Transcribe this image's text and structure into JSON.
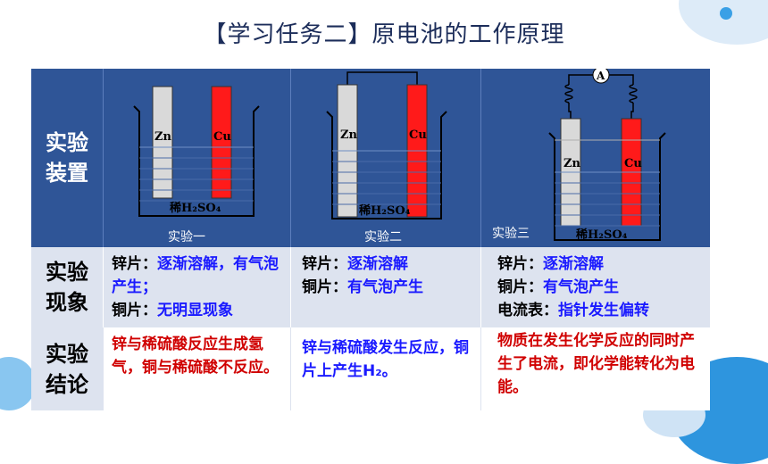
{
  "title": "【学习任务二】原电池的工作原理",
  "rows": {
    "apparatus_header": "实验装置",
    "phenomenon_header": "实验现象",
    "conclusion_header": "实验结论"
  },
  "experiments": [
    {
      "caption": "实验一",
      "electrode_left": "Zn",
      "electrode_right": "Cu",
      "solution": "稀H₂SO₄",
      "phenomenon": [
        {
          "label": "锌片：",
          "value": "逐渐溶解，有气泡产生；"
        },
        {
          "label": "铜片：",
          "value": "无明显现象"
        }
      ],
      "conclusion": "锌与稀硫酸反应生成氢气，铜与稀硫酸不反应。"
    },
    {
      "caption": "实验二",
      "electrode_left": "Zn",
      "electrode_right": "Cu",
      "solution": "稀H₂SO₄",
      "phenomenon": [
        {
          "label": "锌片：",
          "value": "逐渐溶解"
        },
        {
          "label": "铜片：",
          "value": "有气泡产生"
        }
      ],
      "conclusion": "锌与稀硫酸发生反应，铜片上产生H₂。"
    },
    {
      "caption": "实验三",
      "electrode_left": "Zn",
      "electrode_right": "Cu",
      "solution": "稀H₂SO₄",
      "ammeter": "A",
      "phenomenon": [
        {
          "label": "锌片：",
          "value": "逐渐溶解"
        },
        {
          "label": "铜片：",
          "value": "有气泡产生"
        },
        {
          "label": "电流表：",
          "value": "指针发生偏转"
        }
      ],
      "conclusion": "物质在发生化学反应的同时产生了电流，即化学能转化为电能。"
    }
  ],
  "colors": {
    "header_blue": "#2f5597",
    "light_row": "#dde3ef",
    "zinc": "#d9d9d9",
    "copper": "#ff1a1a",
    "phenomenon_text": "#1a1aff",
    "conclusion_text": "#d00000"
  }
}
